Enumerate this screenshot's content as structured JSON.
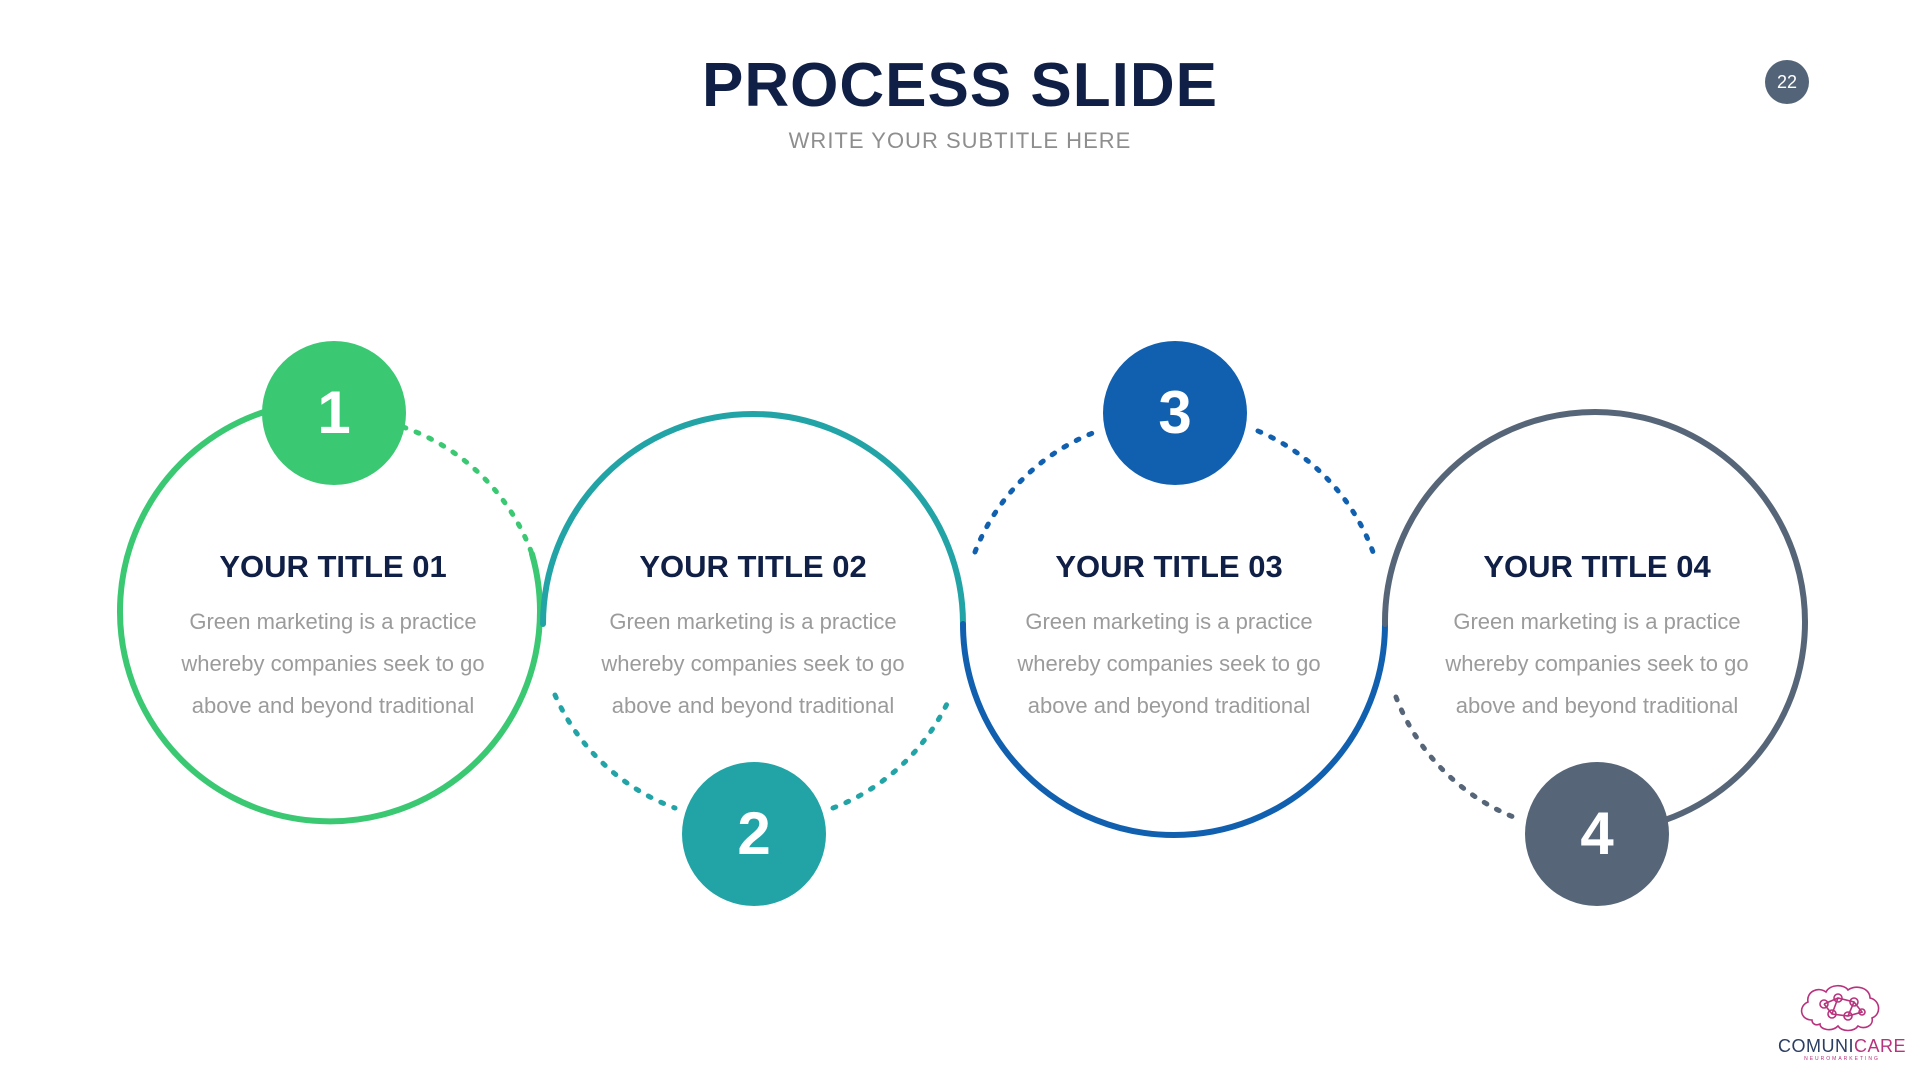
{
  "header": {
    "title": "PROCESS SLIDE",
    "subtitle": "WRITE YOUR SUBTITLE HERE",
    "page_number": "22"
  },
  "steps": [
    {
      "number": "1",
      "title": "YOUR TITLE 01",
      "body": "Green marketing is a practice whereby companies seek to go above and beyond traditional",
      "color": "#3bc873"
    },
    {
      "number": "2",
      "title": "YOUR TITLE 02",
      "body": "Green marketing is a practice whereby companies seek to go above and beyond traditional",
      "color": "#22a4a7"
    },
    {
      "number": "3",
      "title": "YOUR TITLE 03",
      "body": "Green marketing is a practice whereby companies seek to go above and beyond traditional",
      "color": "#1160b0"
    },
    {
      "number": "4",
      "title": "YOUR TITLE 04",
      "body": "Green marketing is a practice whereby companies seek to go above and beyond traditional",
      "color": "#566678"
    }
  ],
  "logo": {
    "word_part_1": "COMUNI",
    "word_part_2": "CARE",
    "tagline": "NEUROMARKETING",
    "accent_color": "#b8327d",
    "dark_color": "#2b3d63"
  }
}
